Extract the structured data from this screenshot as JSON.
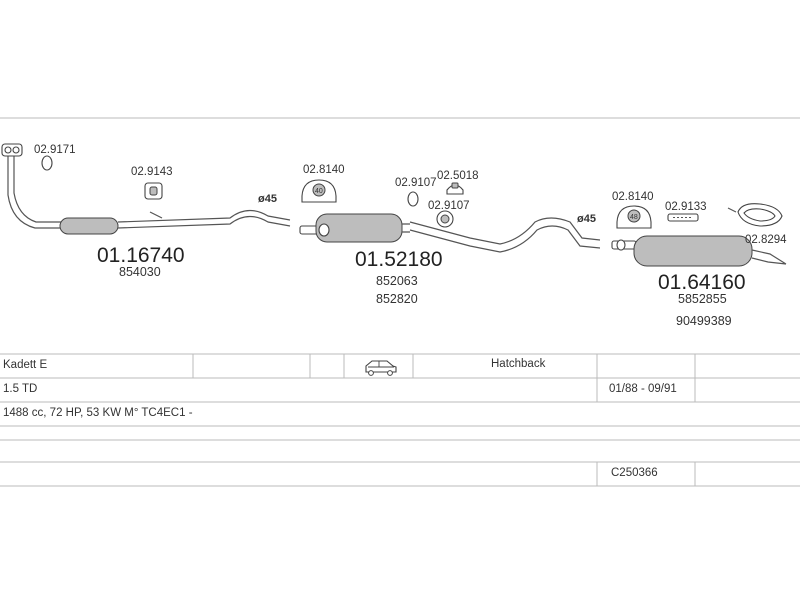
{
  "parts": {
    "front_pipe": {
      "number": "01.16740",
      "ref": "854030"
    },
    "middle_silencer": {
      "number": "01.52180",
      "refs": [
        "852063",
        "852820"
      ]
    },
    "rear_silencer": {
      "number": "01.64160",
      "refs": [
        "5852855",
        "90499389"
      ]
    }
  },
  "accessories": {
    "gasket_front": "02.9171",
    "hanger_front": "02.9143",
    "hanger_mid": "02.8140",
    "gasket_mid_a": "02.9107",
    "clamp_mid": "02.5018",
    "gasket_mid_b": "02.9107",
    "hanger_rear": "02.8140",
    "strap_rear": "02.9133",
    "hanger_ring_rear": "02.8294"
  },
  "diameters": {
    "front": "ø45",
    "rear": "ø45"
  },
  "hanger_markings": {
    "mid": "40",
    "rear": "48"
  },
  "vehicle": {
    "model": "Kadett  E",
    "body": "Hatchback",
    "engine": "1.5 TD",
    "years": "01/88 - 09/91",
    "spec": "1488 cc, 72 HP, 53 KW  M° TC4EC1 -",
    "code": "C250366"
  },
  "icons": {
    "body_type": "car-icon"
  },
  "colors": {
    "line": "#555555",
    "grid": "#bbbbbb",
    "shade": "#bdbdbd"
  }
}
